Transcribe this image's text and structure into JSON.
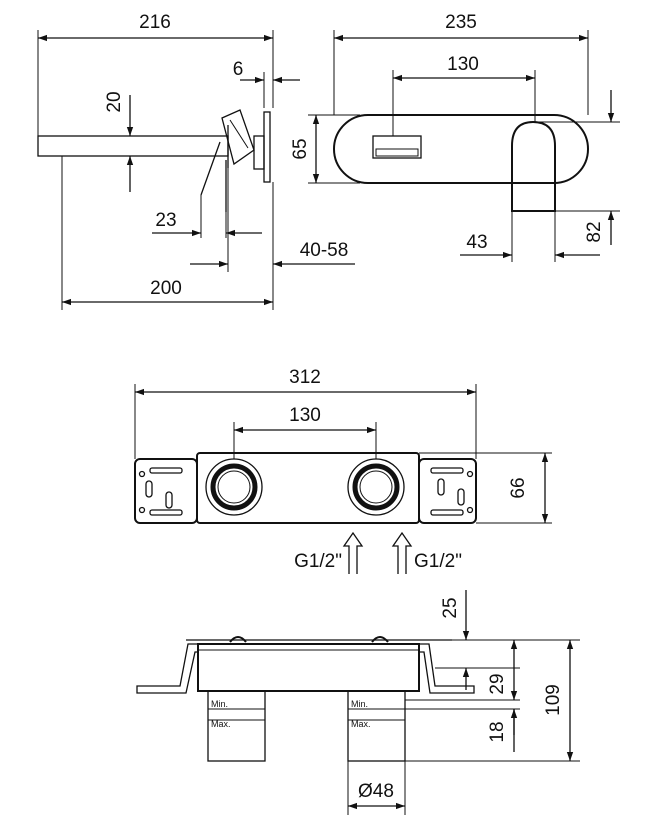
{
  "side_view": {
    "dim_length_top": "216",
    "dim_spout_height": "20",
    "dim_plate": "6",
    "dim_lever": "23",
    "dim_wall_range": "40-58",
    "dim_length_bottom": "200"
  },
  "front_view": {
    "dim_width": "235",
    "dim_centers": "130",
    "dim_height": "65",
    "dim_lever_width": "43",
    "dim_lever_drop": "82"
  },
  "body_top_view": {
    "dim_width": "312",
    "dim_centers": "130",
    "dim_height": "66",
    "inlet_left": "G1/2\"",
    "inlet_right": "G1/2\""
  },
  "body_side_view": {
    "dim_top": "25",
    "dim_mid": "29",
    "dim_total": "109",
    "dim_range": "18",
    "dim_diameter": "Ø48",
    "label_min": "Min.",
    "label_max": "Max."
  }
}
